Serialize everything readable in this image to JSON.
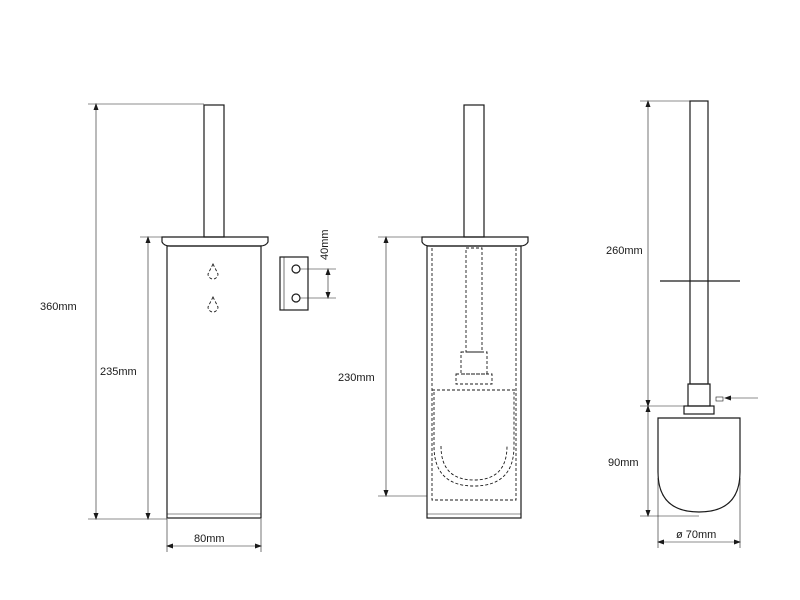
{
  "labels": {
    "height_total": "360mm",
    "height_body": "235mm",
    "width_body": "80mm",
    "bracket_height": "40mm",
    "insert_height": "230mm",
    "handle_length": "260mm",
    "head_height": "90mm",
    "head_diameter": "ø 70mm"
  }
}
